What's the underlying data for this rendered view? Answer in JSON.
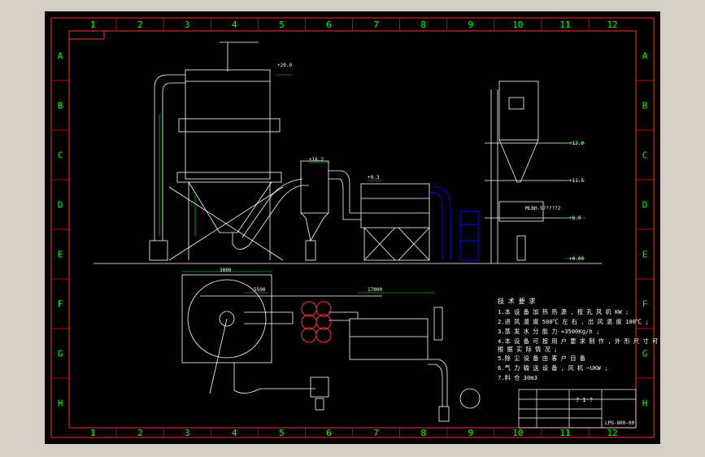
{
  "frame": {
    "columns": [
      "1",
      "2",
      "3",
      "4",
      "5",
      "6",
      "7",
      "8",
      "9",
      "10",
      "11",
      "12"
    ],
    "rows": [
      "A",
      "B",
      "C",
      "D",
      "E",
      "F",
      "G",
      "H"
    ]
  },
  "elevation_labels": {
    "top_tower": "+20.0",
    "cyclone_inlet": "+16.2",
    "filter_top": "+9.3",
    "right_top": "+12.0",
    "right_mid": "+11.5",
    "right_low": "+8.0",
    "right_base": "+0.00"
  },
  "dimension_labels": {
    "plan_width": "3000",
    "plan_length": "17000",
    "plan_left": "5500"
  },
  "equipment_labels": {
    "dryer_model": "MLBH-5?????2"
  },
  "notes": {
    "title": "技 术 要 求",
    "lines": [
      "1.本 设 备 加 热 热 源 , 按 孔 风 机   KW ;",
      "2.进 风 温 度 500℃ 左 右 , 出 风 温 度 100℃ ;",
      "3.蒸 发 水 分 能 力 ≈3500Kg/h ;",
      "4.本 设 备 可 按 用 户 要 求 制 作 , 外 形 尺 寸 可",
      "  根 据 实 际 情 况 ;",
      "5.除 尘 设 备 由 客 户 自 备",
      "6.气 力 输 送 设 备 , 风 机 ~UKW ;",
      "7.料 仓 30m3"
    ]
  },
  "title_block": {
    "center": "? 1 ?",
    "drawing_no": "LPG-800-00"
  },
  "colors": {
    "background": "#000000",
    "window": "#d4d0c8",
    "frame": "#ff0000",
    "index": "#00ff00",
    "lines": "#ffffff",
    "accent": "#0000ff",
    "dims": "#00ff00",
    "symbols": "#ff3333"
  }
}
